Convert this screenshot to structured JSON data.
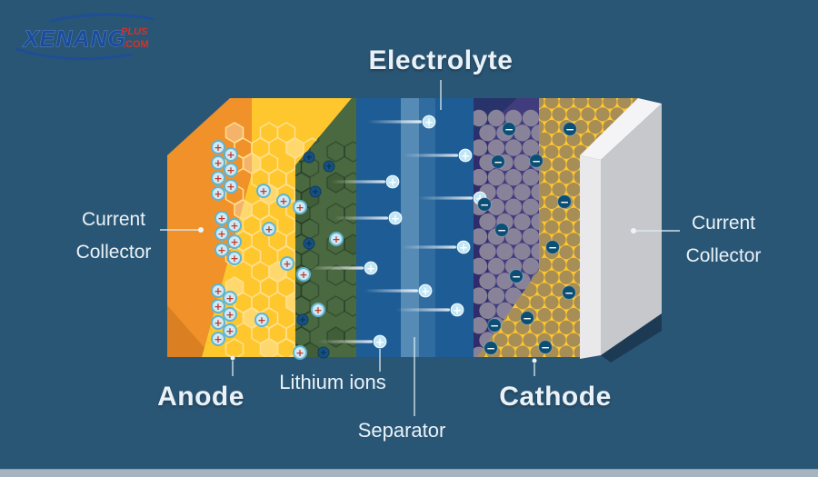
{
  "logo": {
    "brand": "XENANG",
    "plus": "PLUS",
    "domain": ".COM"
  },
  "labels": {
    "electrolyte": "Electrolyte",
    "current": "Current",
    "collector": "Collector",
    "anode": "Anode",
    "lithium_ions": "Lithium ions",
    "separator": "Separator",
    "cathode": "Cathode"
  },
  "icons": {
    "positive_ion_symbol": "+",
    "negative_ion_symbol": "−"
  },
  "colors": {
    "background": "#2A5675",
    "text": "#EAF2F8",
    "anode_collector_orange": "#F0912A",
    "anode_yellow": "#FFC72E",
    "anode_hex_outline": "#FFE091",
    "anode_shadow_green": "#4A6940",
    "electrolyte_blue": "#1D5C94",
    "separator_light_blue": "#8FB9D6",
    "cathode_purple": "#413C7E",
    "cathode_particle_gray": "#8F8A9C",
    "cathode_yellow": "#FFC72E",
    "cathode_particle_tan": "#A78E57",
    "collector_white": "#E9E9EB",
    "positive_ion_fill": "#CFEAF3",
    "positive_ion_ring": "#5FB4D4",
    "positive_ion_plus": "#C03A2F",
    "moving_ion_fill": "#BEE6F7",
    "negative_ion_fill": "#0D4E74",
    "logo_blue": "#1B4C9C",
    "logo_red": "#D93025",
    "bottom_bar": "#A6B4BF"
  }
}
